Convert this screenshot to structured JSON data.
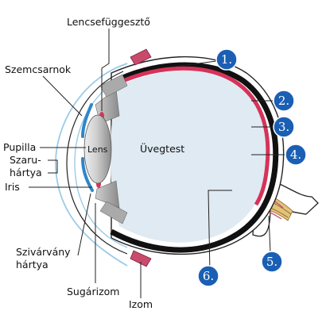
{
  "labels": {
    "lencsefuggeszto": "Lencsefüggesztő",
    "szemcsarnok": "Szemcsarnok",
    "pupilla": "Pupilla",
    "szaruhartya_1": "Szaru-",
    "szaruhartya_2": "hártya",
    "iris": "Iris",
    "lens": "Lens",
    "uvegtest": "Üvegtest",
    "szivarvanyhartya_1": "Szivárvány",
    "szivarvanyhartya_2": "hártya",
    "sugarizom": "Sugárizom",
    "izom": "Izom"
  },
  "markers": [
    "1.",
    "2.",
    "3.",
    "4.",
    "5.",
    "6."
  ],
  "colors": {
    "retina": "#d6335a",
    "choroid": "#111111",
    "vitreous": "#dfeaf2",
    "cornea": "#9ccbe6",
    "iris_blue": "#2f86c9",
    "lens": "#c4c4c4",
    "muscle": "#c94b6c",
    "nerve": "#e3c27a",
    "marker": "#1a5fb4"
  },
  "icons": {
    "marker_shape": "blue-circle"
  }
}
